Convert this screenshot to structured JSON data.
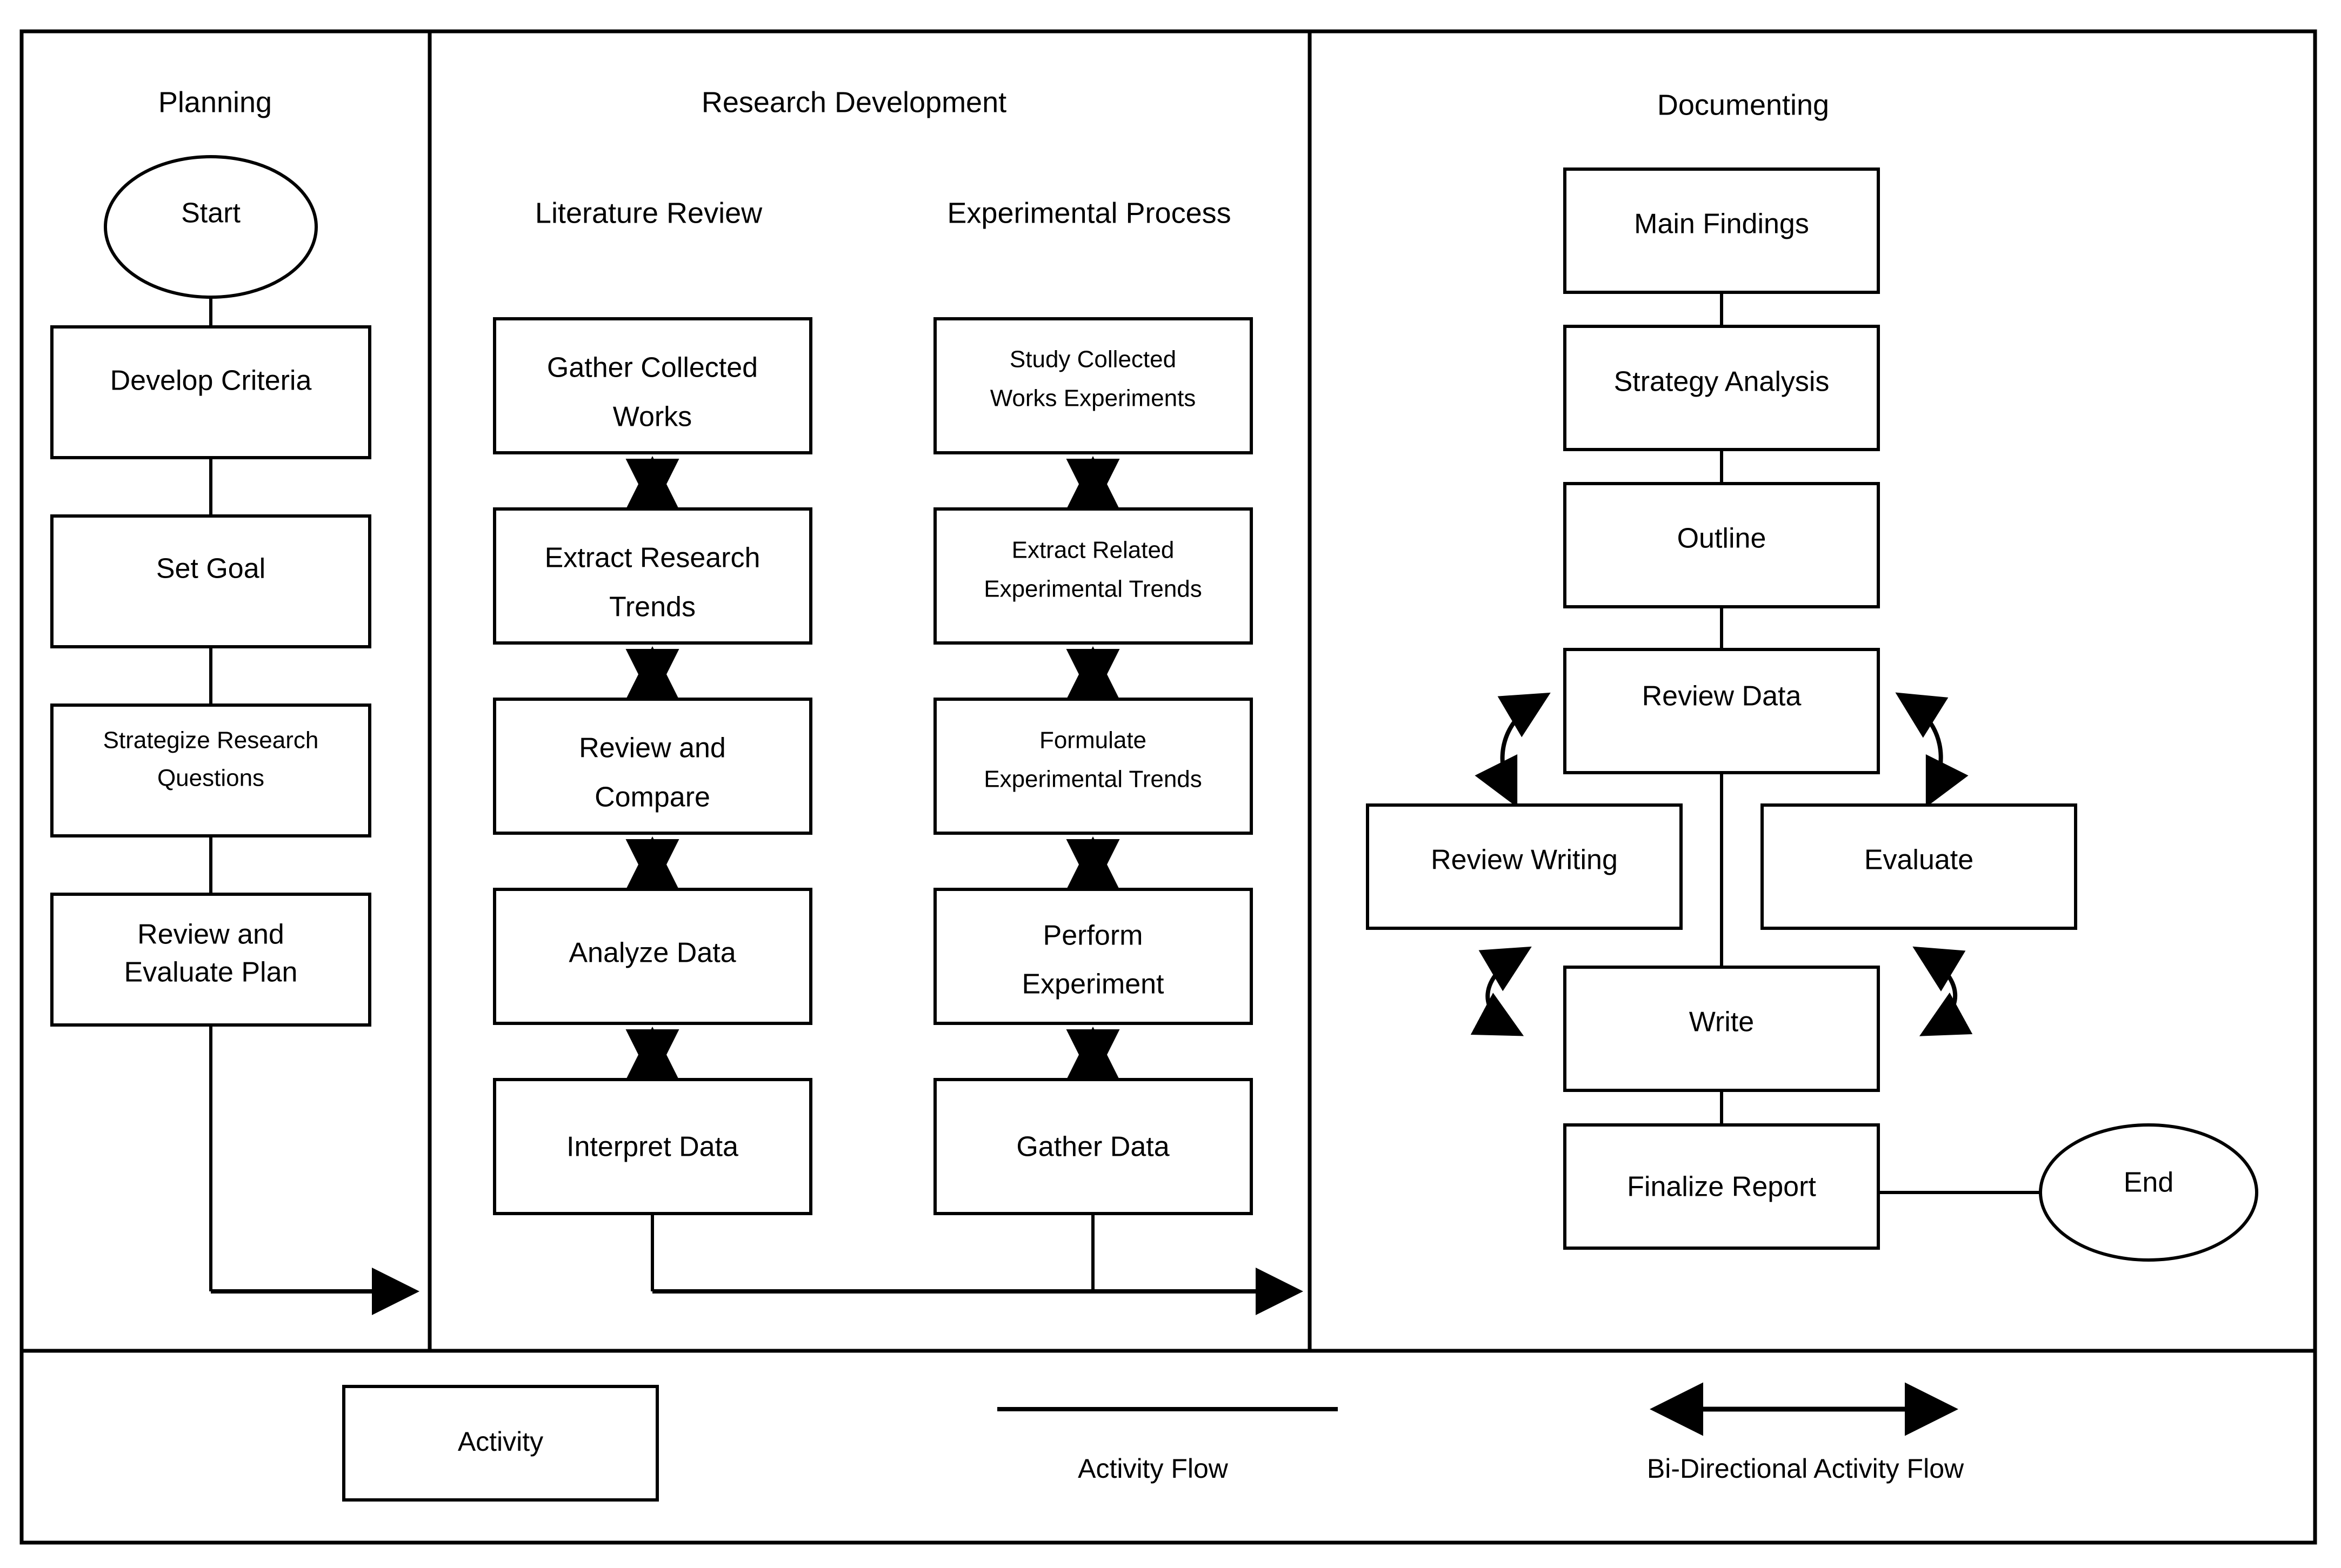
{
  "diagram": {
    "type": "swimlane-flowchart",
    "lanes": [
      {
        "id": "planning",
        "title": "Planning",
        "nodes": [
          {
            "id": "start",
            "label": "Start",
            "shape": "ellipse"
          },
          {
            "id": "develop-criteria",
            "label": "Develop Criteria",
            "shape": "rect"
          },
          {
            "id": "set-goal",
            "label": "Set Goal",
            "shape": "rect"
          },
          {
            "id": "strategize-research-questions",
            "label_line1": "Strategize Research",
            "label_line2": "Questions",
            "shape": "rect"
          },
          {
            "id": "review-and-evaluate-plan",
            "label_line1": "Review and",
            "label_line2": "Evaluate Plan",
            "shape": "rect"
          }
        ]
      },
      {
        "id": "research-development",
        "title": "Research Development",
        "subcolumns": [
          {
            "id": "literature-review",
            "title": "Literature Review",
            "nodes": [
              {
                "id": "gather-collected-works",
                "label_line1": "Gather Collected",
                "label_line2": "Works",
                "shape": "rect"
              },
              {
                "id": "extract-research-trends",
                "label_line1": "Extract Research",
                "label_line2": "Trends",
                "shape": "rect"
              },
              {
                "id": "review-and-compare",
                "label_line1": "Review and",
                "label_line2": "Compare",
                "shape": "rect"
              },
              {
                "id": "analyze-data",
                "label": "Analyze Data",
                "shape": "rect"
              },
              {
                "id": "interpret-data",
                "label": "Interpret Data",
                "shape": "rect"
              }
            ]
          },
          {
            "id": "experimental-process",
            "title": "Experimental Process",
            "nodes": [
              {
                "id": "study-collected-works-experiments",
                "label_line1": "Study Collected",
                "label_line2": "Works Experiments",
                "shape": "rect"
              },
              {
                "id": "extract-related-experimental-trends",
                "label_line1": "Extract Related",
                "label_line2": "Experimental Trends",
                "shape": "rect"
              },
              {
                "id": "formulate-experimental-trends",
                "label_line1": "Formulate",
                "label_line2": "Experimental Trends",
                "shape": "rect"
              },
              {
                "id": "perform-experiment",
                "label_line1": "Perform",
                "label_line2": "Experiment",
                "shape": "rect"
              },
              {
                "id": "gather-data",
                "label": "Gather Data",
                "shape": "rect"
              }
            ]
          }
        ]
      },
      {
        "id": "documenting",
        "title": "Documenting",
        "nodes": [
          {
            "id": "main-findings",
            "label": "Main Findings",
            "shape": "rect"
          },
          {
            "id": "strategy-analysis",
            "label": "Strategy Analysis",
            "shape": "rect"
          },
          {
            "id": "outline",
            "label": "Outline",
            "shape": "rect"
          },
          {
            "id": "review-data",
            "label": "Review Data",
            "shape": "rect"
          },
          {
            "id": "review-writing",
            "label": "Review Writing",
            "shape": "rect"
          },
          {
            "id": "evaluate",
            "label": "Evaluate",
            "shape": "rect"
          },
          {
            "id": "write",
            "label": "Write",
            "shape": "rect"
          },
          {
            "id": "finalize-report",
            "label": "Finalize Report",
            "shape": "rect"
          },
          {
            "id": "end",
            "label": "End",
            "shape": "ellipse"
          }
        ]
      }
    ]
  },
  "legend": {
    "items": [
      {
        "id": "activity",
        "label": "Activity",
        "symbol": "rectangle-box"
      },
      {
        "id": "activity-flow",
        "label": "Activity Flow",
        "symbol": "plain-line"
      },
      {
        "id": "bi-directional-activity-flow",
        "label": "Bi-Directional Activity Flow",
        "symbol": "double-headed-arrow"
      }
    ]
  },
  "colors": {
    "stroke": "#000000",
    "fill": "#ffffff"
  }
}
